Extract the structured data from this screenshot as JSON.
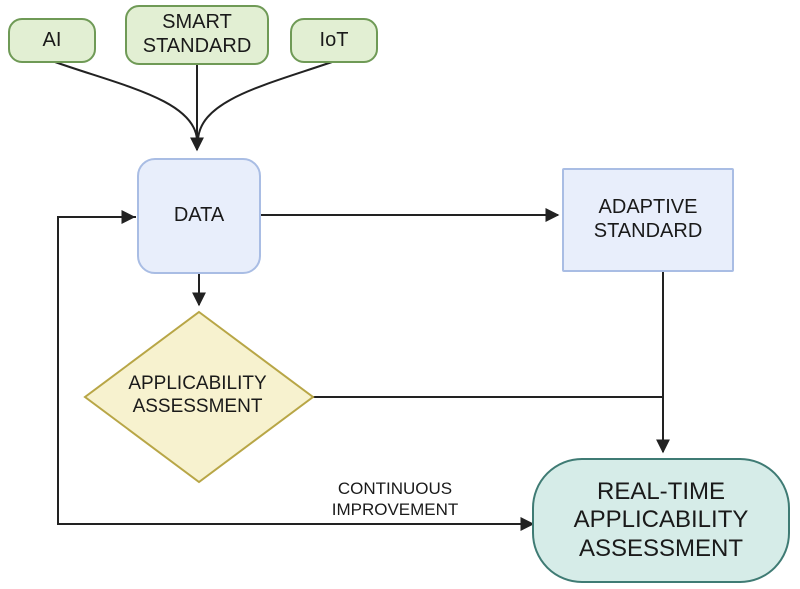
{
  "nodes": {
    "ai": "AI",
    "smart_standard": "SMART\nSTANDARD",
    "iot": "IoT",
    "data": "DATA",
    "adaptive_standard": "ADAPTIVE\nSTANDARD",
    "applicability_assessment": "APPLICABILITY\nASSESSMENT",
    "realtime_assessment": "REAL-TIME\nAPPLICABILITY\nASSESSMENT"
  },
  "edges": {
    "continuous_improvement": "CONTINUOUS\nIMPROVEMENT"
  },
  "colors": {
    "source_fill": "#e2efd3",
    "source_border": "#6f9a56",
    "process_fill": "#e8eefb",
    "process_border": "#a9bde4",
    "decision_fill": "#f7f2cf",
    "decision_border": "#b8a646",
    "result_fill": "#d6ece8",
    "result_border": "#3f7b74",
    "edge": "#222222"
  }
}
